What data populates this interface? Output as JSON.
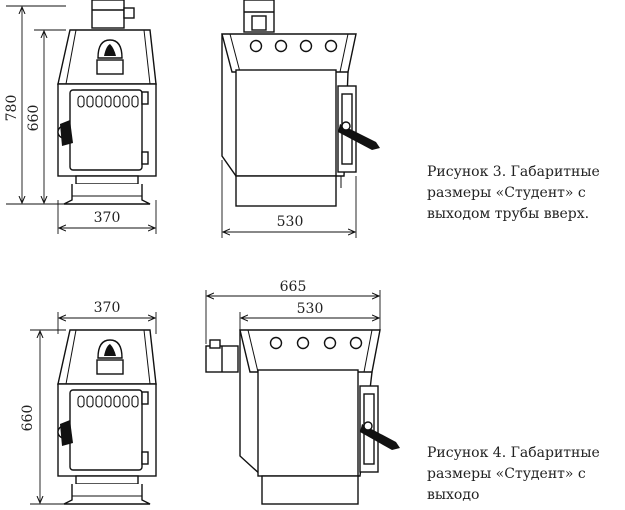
{
  "figure3": {
    "dimensions": {
      "total_height": "780",
      "body_height": "660",
      "width_front": "370",
      "width_side": "530"
    },
    "caption": [
      "Рисунок 3.  Габаритные",
      "размеры «Студент» с",
      "выходом трубы вверх."
    ]
  },
  "figure4": {
    "dimensions": {
      "width_front": "370",
      "body_height": "660",
      "total_width": "665",
      "width_side": "530"
    },
    "caption": [
      "Рисунок 4.  Габаритные",
      "размеры «Студент» с",
      "выходо"
    ]
  }
}
